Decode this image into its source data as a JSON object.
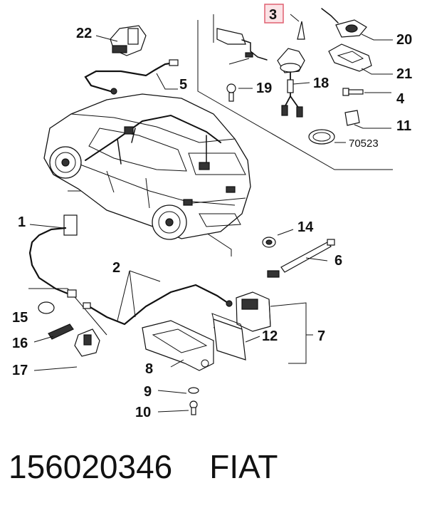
{
  "diagram": {
    "callouts": {
      "c1": "1",
      "c2": "2",
      "c3": "3",
      "c4": "4",
      "c5": "5",
      "c6": "6",
      "c7": "7",
      "c8": "8",
      "c9": "9",
      "c10": "10",
      "c11": "11",
      "c12": "12",
      "c14": "14",
      "c15": "15",
      "c16": "16",
      "c17": "17",
      "c18": "18",
      "c19": "19",
      "c20": "20",
      "c21": "21",
      "c22": "22"
    },
    "reference_code": "70523",
    "highlight_color": "#e06070"
  },
  "footer": {
    "part_number": "156020346",
    "brand": "FIAT"
  }
}
